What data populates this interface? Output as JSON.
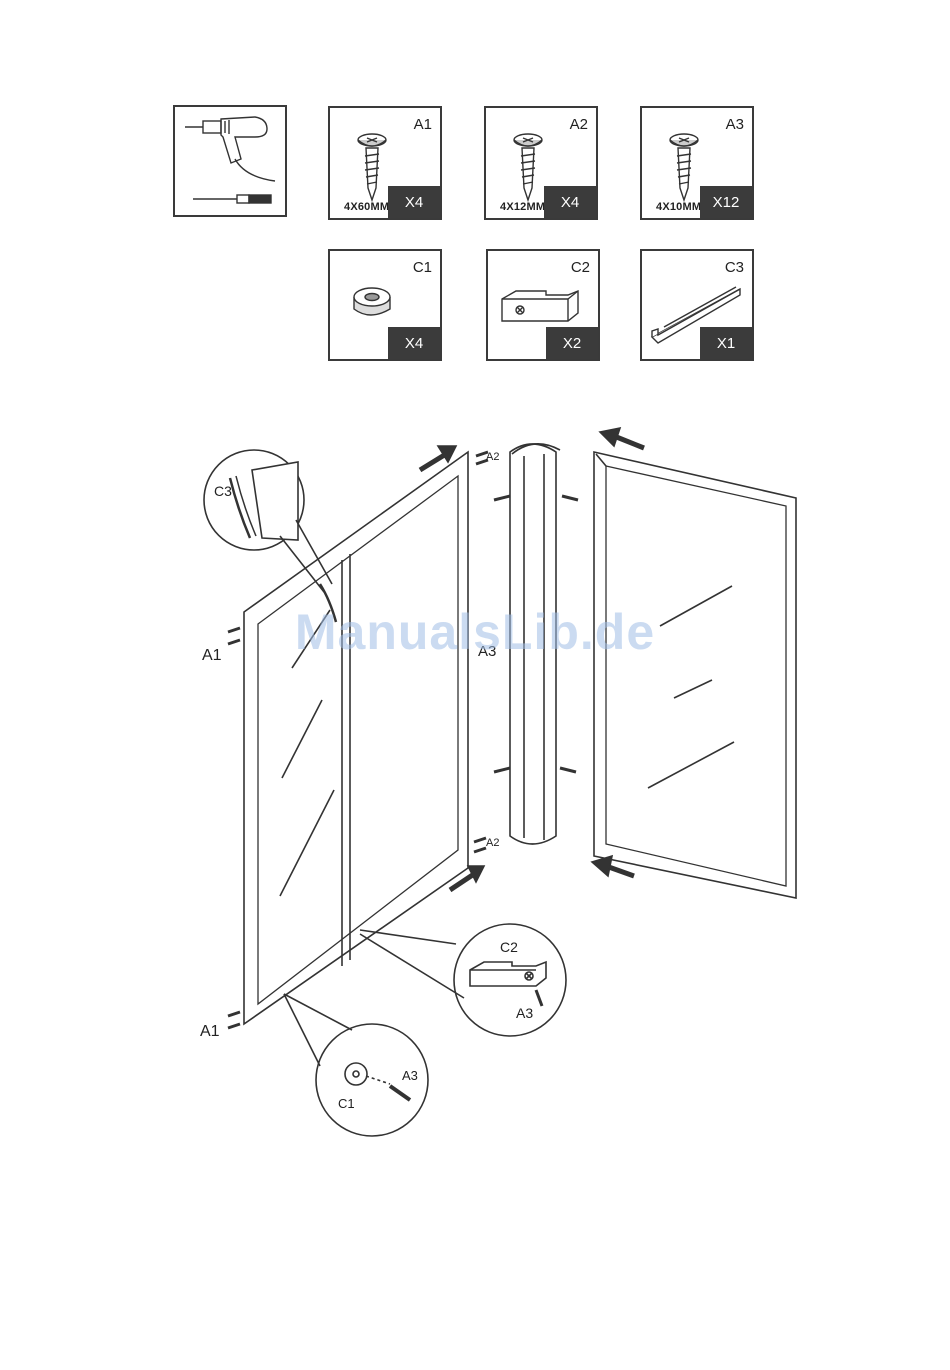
{
  "tools": [
    "drill-icon",
    "screwdriver-icon"
  ],
  "parts": [
    {
      "code": "A1",
      "spec": "4X60MM",
      "qty": "X4",
      "icon": "screw-icon"
    },
    {
      "code": "A2",
      "spec": "4X12MM",
      "qty": "X4",
      "icon": "screw-icon"
    },
    {
      "code": "A3",
      "spec": "4X10MM",
      "qty": "X12",
      "icon": "screw-icon"
    },
    {
      "code": "C1",
      "spec": "",
      "qty": "X4",
      "icon": "washer-icon"
    },
    {
      "code": "C2",
      "spec": "",
      "qty": "X2",
      "icon": "block-icon"
    },
    {
      "code": "C3",
      "spec": "",
      "qty": "X1",
      "icon": "rail-icon"
    }
  ],
  "diagram": {
    "labels": {
      "c3": "C3",
      "a2_top": "A2",
      "a2_bottom": "A2",
      "a1_top": "A1",
      "a1_bottom": "A1",
      "a3_mid": "A3",
      "c2_detail": "C2",
      "a3_c2_detail": "A3",
      "c1_detail": "C1",
      "a3_c1_detail": "A3"
    }
  },
  "watermark": "ManualsLib.de"
}
